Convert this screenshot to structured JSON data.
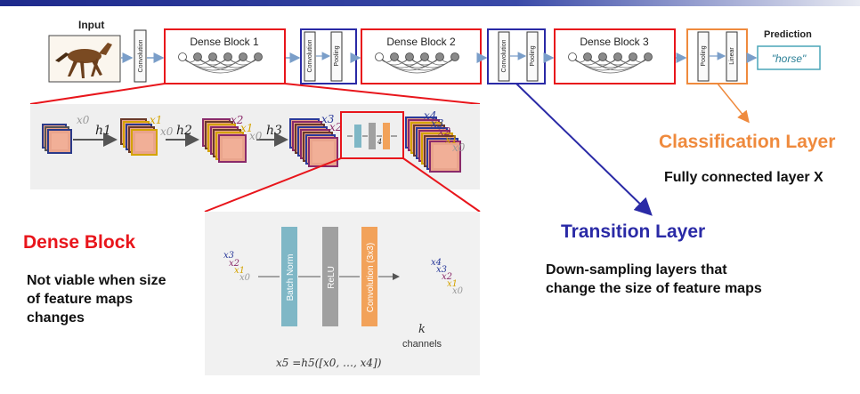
{
  "pipeline": {
    "input_label": "Input",
    "prediction_label": "Prediction",
    "prediction_value": "\"horse\"",
    "conv_label": "Convolution",
    "pool_label": "Pooling",
    "linear_label": "Linear",
    "dense_blocks": [
      "Dense Block 1",
      "Dense Block 2",
      "Dense Block 3"
    ]
  },
  "detail": {
    "row_labels": {
      "x0": "x0",
      "x1": "x1",
      "x2": "x2",
      "x3": "x3",
      "x4": "x4",
      "h1": "h1",
      "h2": "h2",
      "h3": "h3",
      "h4": "4"
    },
    "layer_labels": {
      "bn": "Batch Norm",
      "relu": "ReLU",
      "conv": "Convolution (3x3)"
    },
    "k_label": "k",
    "channels_label": "channels",
    "formula": "x5 =h5([x0, …, x4])"
  },
  "annotations": {
    "dense": {
      "title": "Dense Block",
      "text": "Not viable when size of feature maps changes"
    },
    "transition": {
      "title": "Transition Layer",
      "text": "Down-sampling layers that change the size of feature maps"
    },
    "classification": {
      "title": "Classification Layer",
      "text": "Fully connected layer X"
    }
  },
  "colors": {
    "dense_box": "#e8151b",
    "transition_box": "#2a2aa6",
    "classification_box": "#ef8a3d",
    "bn_layer": "#7fb7c6",
    "relu_layer": "#a0a0a0",
    "conv_layer": "#f2a25a",
    "header_bar": "#1e2a8c"
  }
}
